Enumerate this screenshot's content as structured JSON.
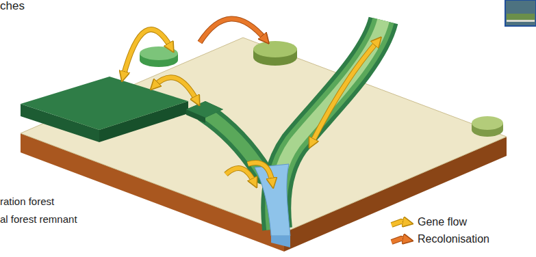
{
  "diagram": {
    "labels": [
      "ches",
      "ration forest",
      "al forest remnant"
    ],
    "legend": [
      {
        "text": "Gene flow"
      },
      {
        "text": "Recolonisation"
      }
    ]
  }
}
